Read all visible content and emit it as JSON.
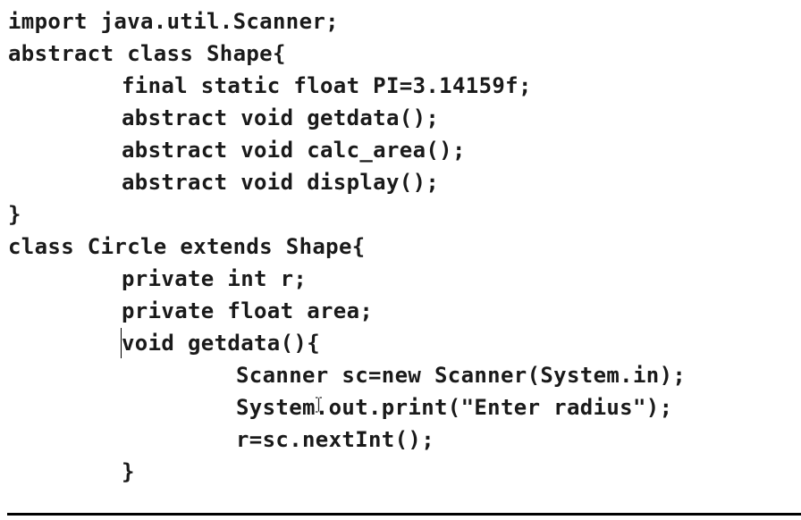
{
  "code_lines": [
    "import java.util.Scanner;",
    "abstract class Shape{",
    "final static float PI=3.14159f;",
    "abstract void getdata();",
    "abstract void calc_area();",
    "abstract void display();",
    "}",
    "class Circle extends Shape{",
    "private int r;",
    "private float area;",
    "void getdata(){",
    "Scanner sc=new Scanner(System.in);",
    "System.out.print(\"Enter radius\");",
    "r=sc.nextInt();",
    "}"
  ],
  "colors": {
    "background": "#ffffff",
    "text": "#1a1a1a",
    "rule": "#000000"
  },
  "icons": {
    "text_cursor": "text-caret-icon",
    "mouse_pointer": "ibeam-cursor-icon"
  }
}
